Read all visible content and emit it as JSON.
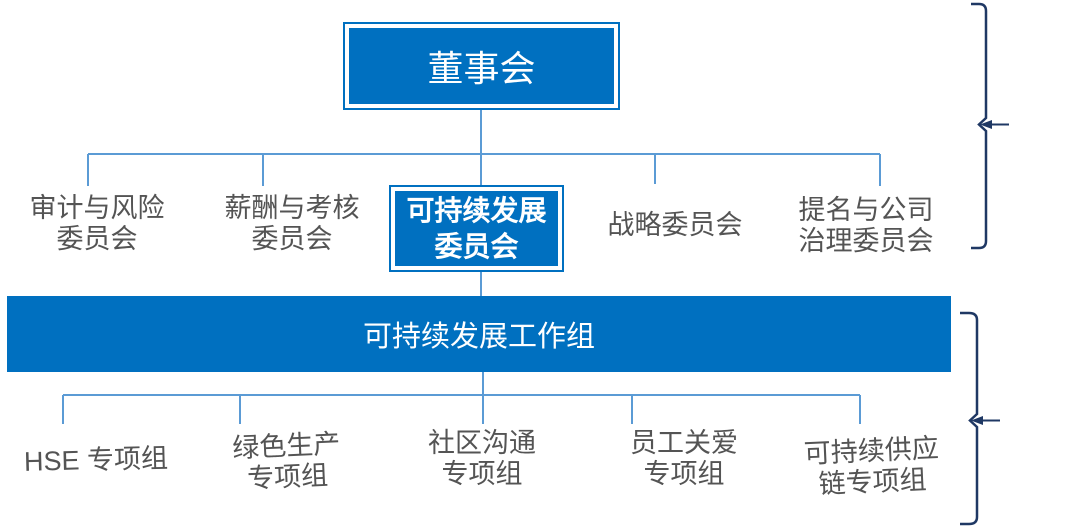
{
  "colors": {
    "node_fill": "#0070C0",
    "node_text": "#FFFFFF",
    "connector": "#5B9BD5",
    "bracket": "#1F3864",
    "label_text": "#545454",
    "background": "#FFFFFF"
  },
  "org": {
    "root": {
      "label": "董事会"
    },
    "committees": [
      {
        "name": "audit-risk-committee",
        "line1": "审计与风险",
        "line2": "委员会",
        "highlighted": false
      },
      {
        "name": "remuneration-appraisal-committee",
        "line1": "薪酬与考核",
        "line2": "委员会",
        "highlighted": false
      },
      {
        "name": "sustainability-committee",
        "line1": "可持续发展",
        "line2": "委员会",
        "highlighted": true
      },
      {
        "name": "strategy-committee",
        "line1": "战略委员会",
        "line2": "",
        "highlighted": false
      },
      {
        "name": "nomination-governance-committee",
        "line1": "提名与公司",
        "line2": "治理委员会",
        "highlighted": false
      }
    ],
    "working_group": {
      "label": "可持续发展工作组"
    },
    "taskforces": [
      {
        "name": "hse-taskforce",
        "line1": "HSE 专项组",
        "line2": ""
      },
      {
        "name": "green-production-taskforce",
        "line1": "绿色生产",
        "line2": "专项组"
      },
      {
        "name": "community-communication-taskforce",
        "line1": "社区沟通",
        "line2": "专项组"
      },
      {
        "name": "employee-care-taskforce",
        "line1": "员工关爱",
        "line2": "专项组"
      },
      {
        "name": "sustainable-supply-chain-taskforce",
        "line1": "可持续供应",
        "line2": "链专项组"
      }
    ]
  }
}
